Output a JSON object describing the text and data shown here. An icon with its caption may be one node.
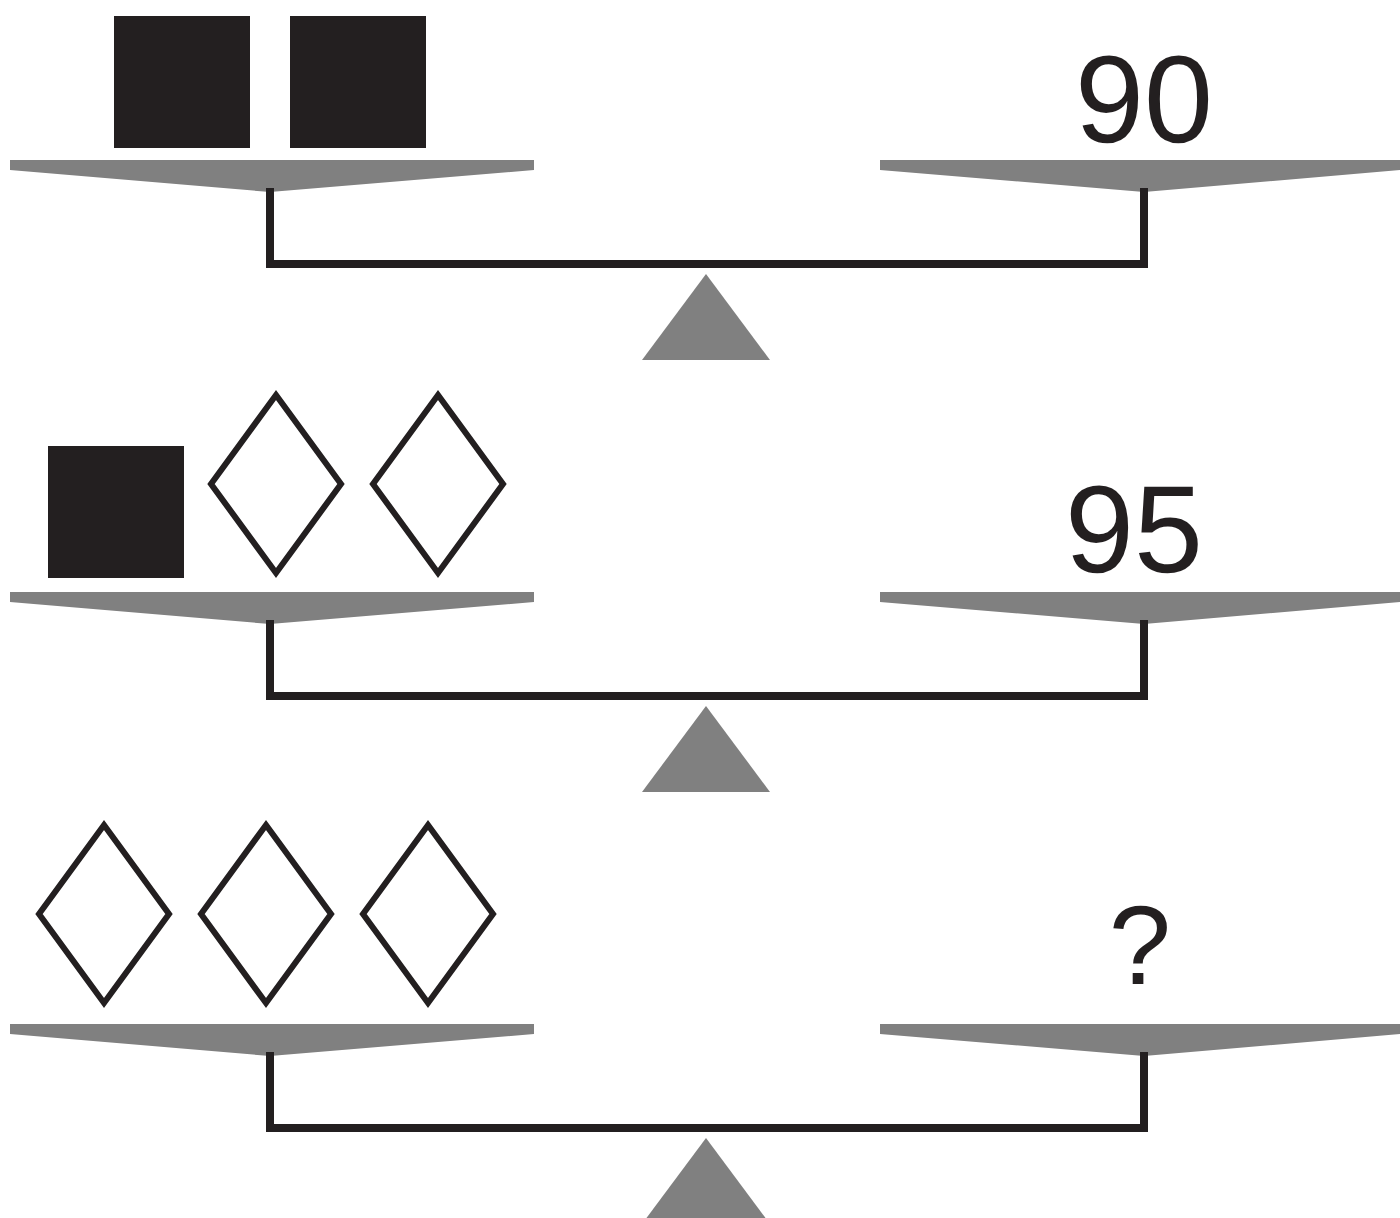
{
  "diagram": {
    "nodes": [
      {
        "text": [],
        "shape": "box"
      },
      {
        "text": [],
        "shape": "box"
      },
      {
        "text": [],
        "shape": "box"
      },
      {
        "text": [],
        "shape": "diamond"
      },
      {
        "text": [],
        "shape": "diamond"
      },
      {
        "text": [],
        "shape": "diamond"
      },
      {
        "text": [],
        "shape": "diamond"
      },
      {
        "text": [],
        "shape": "diamond"
      }
    ],
    "labels": [
      "90",
      "95",
      "?"
    ]
  }
}
